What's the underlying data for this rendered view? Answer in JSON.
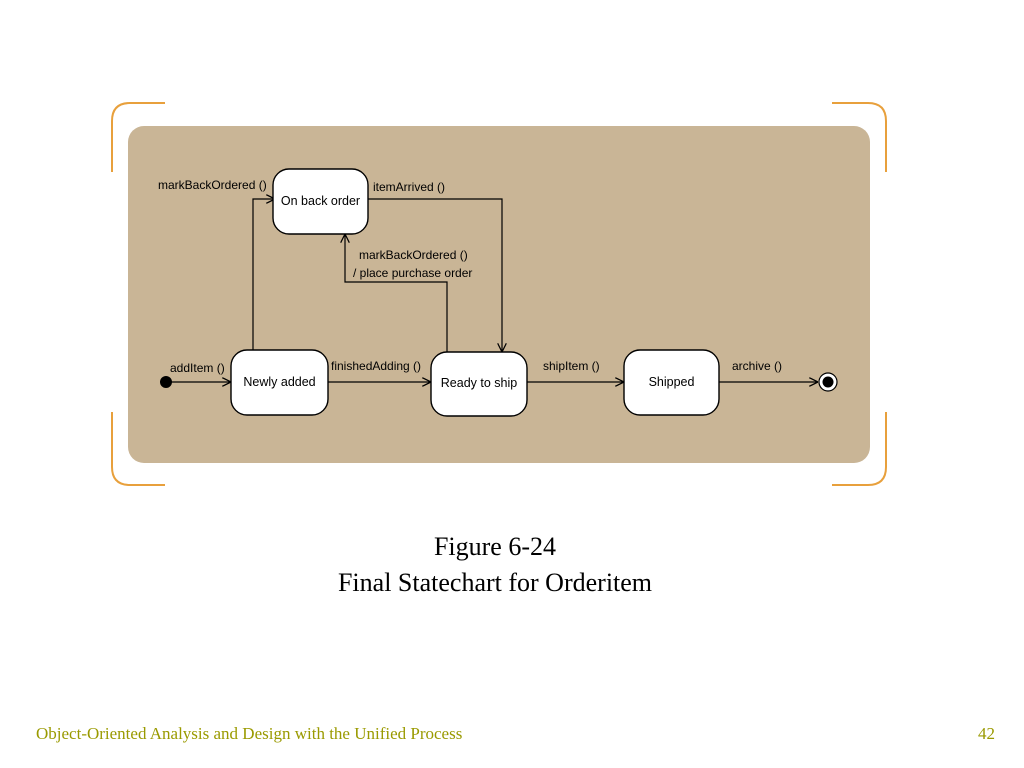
{
  "diagram": {
    "states": {
      "on_back_order": "On back order",
      "newly_added": "Newly added",
      "ready_to_ship": "Ready to ship",
      "shipped": "Shipped"
    },
    "transitions": {
      "add_item": "addItem ()",
      "mark_back_ordered_from_new": "markBackOrdered ()",
      "item_arrived": "itemArrived ()",
      "mark_back_ordered_from_ready_line1": "markBackOrdered ()",
      "mark_back_ordered_from_ready_line2": "/ place purchase order",
      "finished_adding": "finishedAdding ()",
      "ship_item": "shipItem ()",
      "archive": "archive ()"
    }
  },
  "caption": {
    "figure_number": "Figure 6-24",
    "title": "Final Statechart for Orderitem"
  },
  "footer": {
    "book_title": "Object-Oriented Analysis and Design with the Unified Process",
    "page_number": "42"
  },
  "colors": {
    "panel": "#c9b596",
    "bracket": "#e8a03c",
    "footer_text": "#9a9a00"
  }
}
